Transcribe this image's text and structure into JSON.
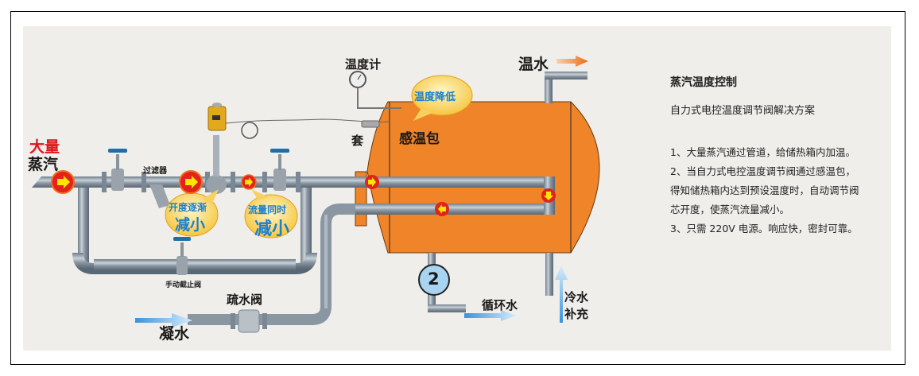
{
  "diagram": {
    "labels": {
      "steam_amount": "大量",
      "steam": "蒸汽",
      "filter": "过滤器",
      "thermometer": "温度计",
      "sleeve": "套",
      "sensor_bulb": "感温包",
      "warm_water": "温水",
      "manual_stop_valve": "手动截止阀",
      "drain_valve": "疏水阀",
      "condensate": "凝水",
      "circulating_water": "循环水",
      "cold_water_line1": "冷水",
      "cold_water_line2": "补充",
      "pump_number": "2"
    },
    "bubbles": {
      "temp_drop": "温度降低",
      "opening_line1": "开度逐渐",
      "opening_line2": "减小",
      "flow_line1": "流量同时",
      "flow_line2": "减小"
    },
    "colors": {
      "tank": "#f08428",
      "pipe": "#8e9aa6",
      "flow_dot": "#e2231a",
      "flow_arrow": "#ffe600",
      "bubble": "#fbd35a",
      "bubble_text": "#1a7fd0",
      "water_arrow": "#5aa8e6",
      "hot_arrow": "#ee6a10",
      "background": "#efeeea"
    }
  },
  "side_panel": {
    "title": "蒸汽温度控制",
    "subtitle": "自力式电控温度调节阀解决方案",
    "points": [
      "1、大量蒸汽通过管道，给储热箱内加温。",
      "2、当自力式电控温度调节阀通过感温包，得知储热箱内达到预设温度时，自动调节阀芯开度，使蒸汽流量减小。",
      "3、只需 220V 电源。响应快，密封可靠。"
    ]
  }
}
